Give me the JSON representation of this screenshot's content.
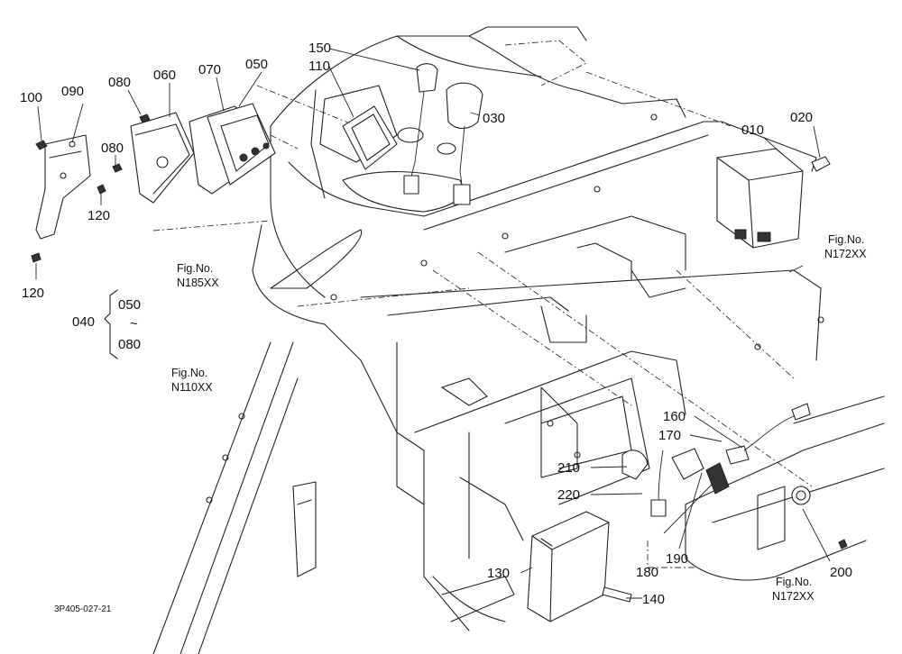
{
  "callouts": {
    "p010": "010",
    "p020": "020",
    "p030": "030",
    "p040": "040",
    "p050": "050",
    "p060": "060",
    "p070": "070",
    "p080a": "080",
    "p080b": "080",
    "p090": "090",
    "p100": "100",
    "p110": "110",
    "p120a": "120",
    "p120b": "120",
    "p130": "130",
    "p140": "140",
    "p150": "150",
    "p160": "160",
    "p170": "170",
    "p180": "180",
    "p190": "190",
    "p200": "200",
    "p210": "210",
    "p220": "220"
  },
  "range_group": {
    "from": "050",
    "tilde": "~",
    "to": "080"
  },
  "fig_refs": {
    "n185": {
      "label": "Fig.No.",
      "code": "N185XX"
    },
    "n110": {
      "label": "Fig.No.",
      "code": "N110XX"
    },
    "n172_top": {
      "label": "Fig.No.",
      "code": "N172XX"
    },
    "n172_bottom": {
      "label": "Fig.No.",
      "code": "N172XX"
    }
  },
  "drawing_id": "3P405-027-21"
}
